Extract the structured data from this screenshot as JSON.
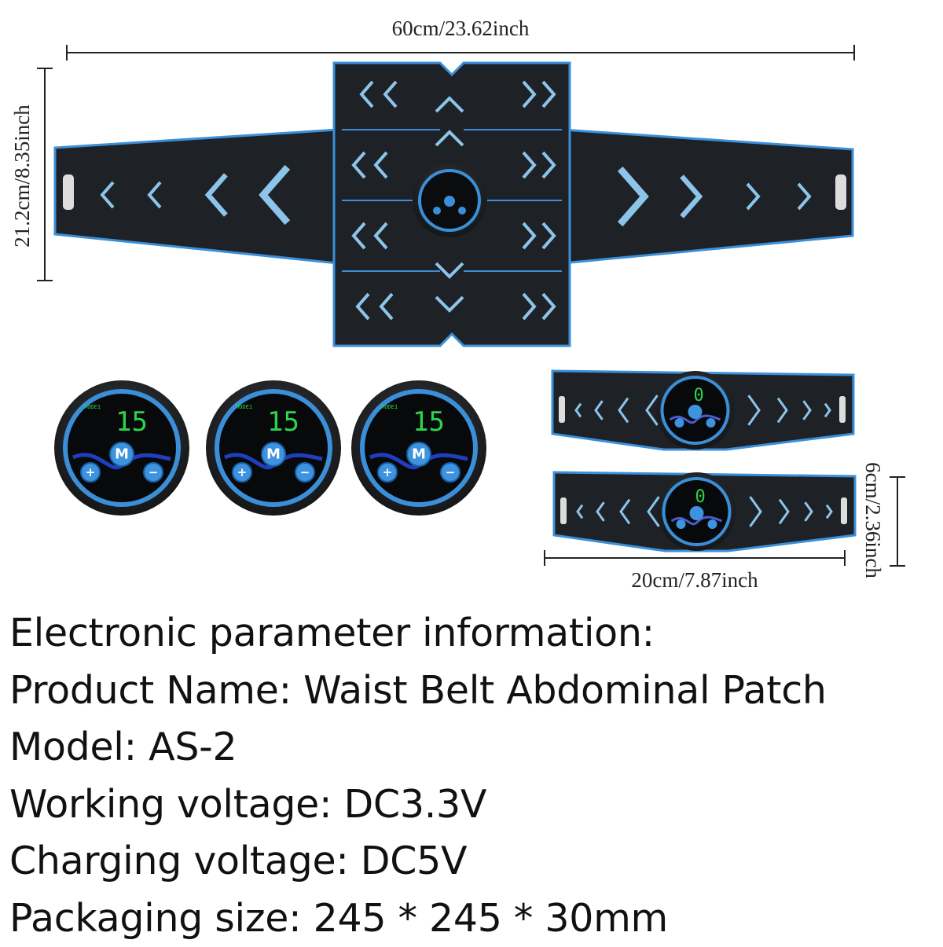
{
  "dimensions": {
    "belt_width": "60cm/23.62inch",
    "belt_height": "21.2cm/8.35inch",
    "arm_width": "20cm/7.87inch",
    "arm_height": "6cm/2.36inch"
  },
  "controller": {
    "mode_label": "MODE1",
    "display_value": "15",
    "mode_button": "M",
    "plus_button": "+",
    "minus_button": "−",
    "count": 3
  },
  "arm_belt": {
    "display_value": "0",
    "count": 2
  },
  "colors": {
    "pad_body": "#1e2226",
    "accent_blue": "#3a8fd8",
    "chevron_blue": "#8cc4ea",
    "lcd_green": "#2fd24a"
  },
  "specs": {
    "heading": "Electronic parameter information:",
    "lines": [
      "Product Name: Waist Belt Abdominal Patch",
      "Model: AS-2",
      "Working voltage: DC3.3V",
      "Charging voltage: DC5V",
      "Packaging size: 245 * 245 * 30mm"
    ]
  }
}
